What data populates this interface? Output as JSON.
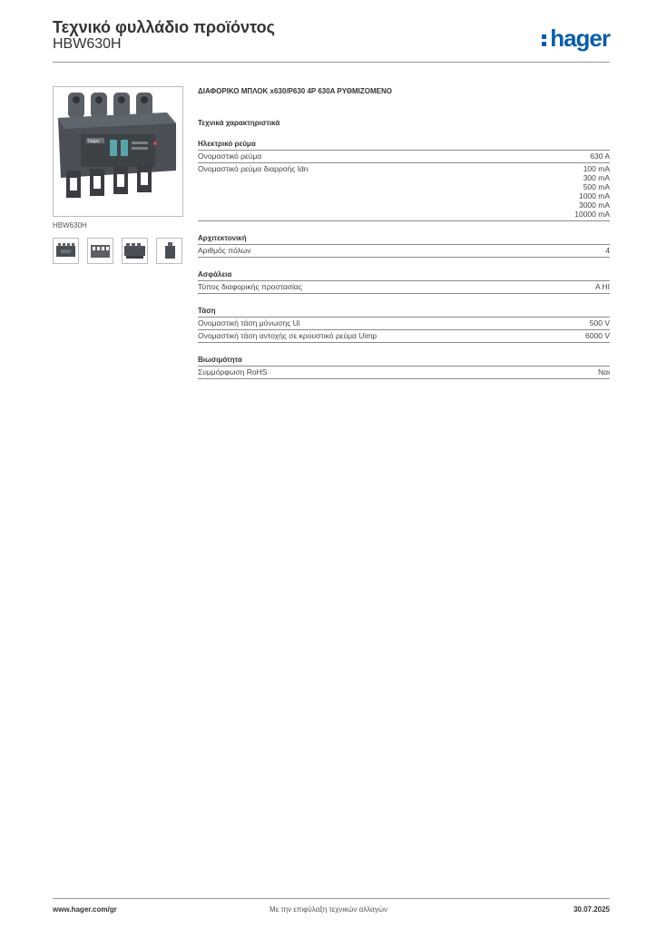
{
  "header": {
    "title": "Τεχνικό φυλλάδιο προϊόντος",
    "code": "HBW630H",
    "logo_text": "hager"
  },
  "product": {
    "image_caption": "HBW630H",
    "device_brand": "hager",
    "thumbnail_count": 4
  },
  "spec": {
    "title": "ΔΙΑΦΟΡΙΚΟ ΜΠΛΟΚ x630/P630 4P 630A ΡΥΘΜΙΖΟΜΕΝΟ",
    "subtitle": "Τεχνικά χαρακτηριστικά",
    "sections": [
      {
        "heading": "Ηλεκτρικό ρεύμα",
        "rows": [
          {
            "label": "Ονομαστικό ρεύμα",
            "values": [
              "630 A"
            ]
          },
          {
            "label": "Ονομαστικό ρεύμα διαρροής Idn",
            "values": [
              "100 mA",
              "300 mA",
              "500 mA",
              "1000 mA",
              "3000 mA",
              "10000 mA"
            ]
          }
        ]
      },
      {
        "heading": "Αρχιτεκτονική",
        "rows": [
          {
            "label": "Αριθμός πόλων",
            "values": [
              "4"
            ]
          }
        ]
      },
      {
        "heading": "Ασφάλεια",
        "rows": [
          {
            "label": "Τύπος διαφορικής προστασίας",
            "values": [
              "A HI"
            ]
          }
        ]
      },
      {
        "heading": "Τάση",
        "rows": [
          {
            "label": "Ονομαστική τάση μόνωσης Ui",
            "values": [
              "500 V"
            ]
          },
          {
            "label": "Ονομαστική τάση αντοχής σε κρουστικό ρεύμα Uimp",
            "values": [
              "6000 V"
            ]
          }
        ]
      },
      {
        "heading": "Βιωσιμότητα",
        "rows": [
          {
            "label": "Συμμόρφωση RoHS",
            "values": [
              "Ναι"
            ]
          }
        ]
      }
    ]
  },
  "footer": {
    "website": "www.hager.com/gr",
    "note": "Με την επιφύλαξη τεχνικών αλλαγών",
    "date": "30.07.2025"
  },
  "colors": {
    "brand": "#0a5ea8",
    "device_body": "#4a4f55",
    "text": "#3c3c3c",
    "rule": "#8a8a8a"
  }
}
